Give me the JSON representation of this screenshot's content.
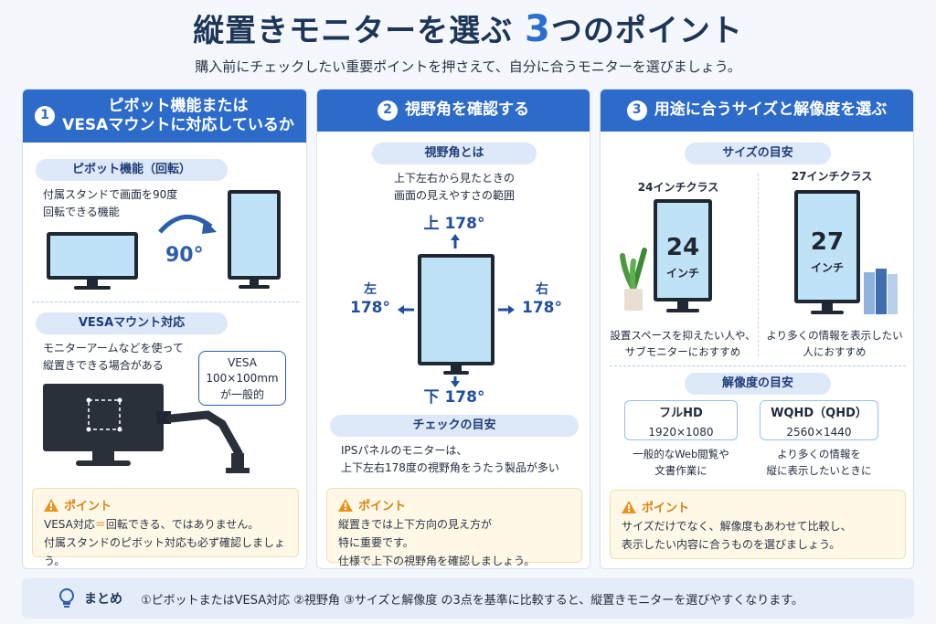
{
  "header": {
    "title_pre": "縦置きモニターを選ぶ",
    "title_num": "3",
    "title_post": "つのポイント",
    "subtitle": "購入前にチェックしたい重要ポイントを押さえて、自分に合うモニターを選びましょう。"
  },
  "col1": {
    "num": "1",
    "title_line1": "ピボット機能または",
    "title_line2": "VESAマウントに対応しているか",
    "pivot": {
      "pill": "ピボット機能（回転）",
      "desc_line1": "付属スタンドで画面を90度",
      "desc_line2": "回転できる機能",
      "angle": "90°"
    },
    "vesa": {
      "pill": "VESAマウント対応",
      "desc_line1": "モニターアームなどを使って",
      "desc_line2": "縦置きできる場合がある",
      "callout_line1": "VESA",
      "callout_line2": "100×100mm",
      "callout_line3": "が一般的"
    },
    "point": {
      "label": "ポイント",
      "line1_pre": "VESA対応",
      "line1_eq": "＝",
      "line1_post": "回転できる、ではありません。",
      "line2": "付属スタンドのピボット対応も必ず確認しましょう。"
    }
  },
  "col2": {
    "num": "2",
    "title": "視野角を確認する",
    "view": {
      "pill": "視野角とは",
      "desc_line1": "上下左右から見たときの",
      "desc_line2": "画面の見えやすさの範囲",
      "top": "上 178°",
      "bottom": "下 178°",
      "left_label": "左",
      "left_value": "178°",
      "right_label": "右",
      "right_value": "178°"
    },
    "check": {
      "pill": "チェックの目安",
      "line1": "IPSパネルのモニターは、",
      "line2": "上下左右178度の視野角をうたう製品が多い"
    },
    "point": {
      "label": "ポイント",
      "line1": "縦置きでは上下方向の見え方が",
      "line2": "特に重要です。",
      "line3": "仕様で上下の視野角を確認しましょう。"
    }
  },
  "col3": {
    "num": "3",
    "title": "用途に合うサイズと解像度を選ぶ",
    "size": {
      "pill": "サイズの目安",
      "left_class": "24インチクラス",
      "left_num": "24",
      "left_unit": "インチ",
      "left_desc1": "設置スペースを抑えたい人や、",
      "left_desc2": "サブモニターにおすすめ",
      "right_class": "27インチクラス",
      "right_num": "27",
      "right_unit": "インチ",
      "right_desc1": "より多くの情報を表示したい",
      "right_desc2": "人におすすめ"
    },
    "resolution": {
      "pill": "解像度の目安",
      "left_name": "フルHD",
      "left_value": "1920×1080",
      "left_desc1": "一般的なWeb閲覧や",
      "left_desc2": "文書作業に",
      "right_name": "WQHD（QHD）",
      "right_value": "2560×1440",
      "right_desc1": "より多くの情報を",
      "right_desc2": "縦に表示したいときに"
    },
    "point": {
      "label": "ポイント",
      "line1": "サイズだけでなく、解像度もあわせて比較し、",
      "line2": "表示したい内容に合うものを選びましょう。"
    }
  },
  "summary": {
    "label": "まとめ",
    "text": "①ピボットまたはVESA対応 ②視野角 ③サイズと解像度 の3点を基準に比較すると、縦置きモニターを選びやすくなります。"
  },
  "colors": {
    "accent": "#2c6bc9",
    "navy": "#1d3557",
    "point_orange": "#d98214",
    "screen": "#bfe2f7"
  }
}
